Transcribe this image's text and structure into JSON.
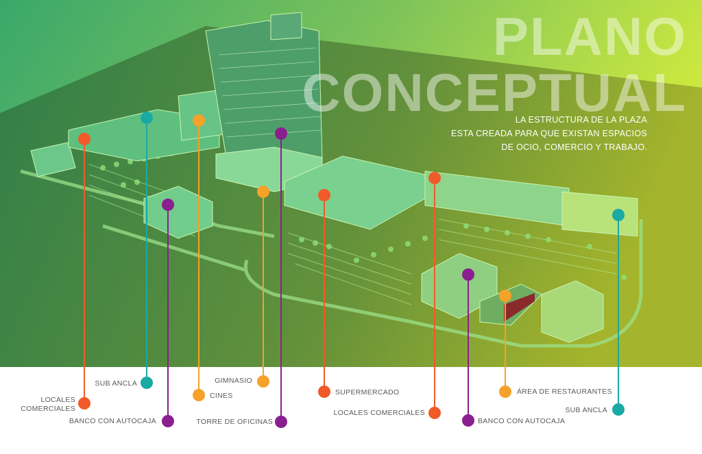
{
  "title": {
    "line1": "PLANO",
    "line2": "CONCEPTUAL"
  },
  "subtitle": {
    "line1": "LA ESTRUCTURA DE LA PLAZA",
    "line2": "ESTA CREADA PARA QUE EXISTAN ESPACIOS",
    "line3": "DE OCIO, COMERCIO Y TRABAJO."
  },
  "colors": {
    "orange_red": "#f05a28",
    "teal": "#1ba9a4",
    "amber": "#f5a12a",
    "purple": "#8a1f8f",
    "label_text": "#5a5a5a",
    "gradient_start": "#3aa86b",
    "gradient_end": "#d4ec3c"
  },
  "labels": {
    "locales_comerciales_1_line1": "LOCALES",
    "locales_comerciales_1_line2": "COMERCIALES",
    "sub_ancla_1": "SUB ANCLA",
    "banco_autocaja_1": "BANCO CON AUTOCAJA",
    "cines": "CINES",
    "gimnasio": "GIMNASIO",
    "torre_oficinas": "TORRE DE OFICINAS",
    "supermercado": "SUPERMERCADO",
    "locales_comerciales_2": "LOCALES COMERCIALES",
    "banco_autocaja_2": "BANCO CON AUTOCAJA",
    "area_restaurantes": "ÁREA DE RESTAURANTES",
    "sub_ancla_2": "SUB ANCLA"
  }
}
